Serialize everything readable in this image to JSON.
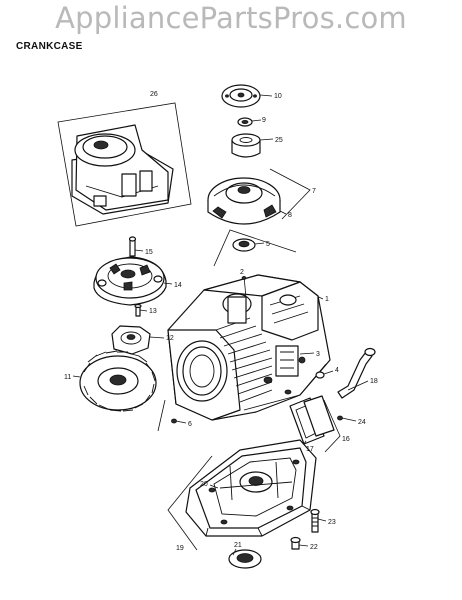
{
  "watermark": "AppliancePartsPros.com",
  "title": "CRANKCASE",
  "callouts": {
    "c26": "26",
    "c10": "10",
    "c9": "9",
    "c25": "25",
    "c7": "7",
    "c8": "8",
    "c5": "5",
    "c15": "15",
    "c2": "2",
    "c14": "14",
    "c1": "1",
    "c13": "13",
    "c12": "12",
    "c3": "3",
    "c11": "11",
    "c4": "4",
    "c18": "18",
    "c6": "6",
    "c24": "24",
    "c17": "17",
    "c16": "16",
    "c20": "20",
    "c23": "23",
    "c19": "19",
    "c21": "21",
    "c22": "22"
  }
}
